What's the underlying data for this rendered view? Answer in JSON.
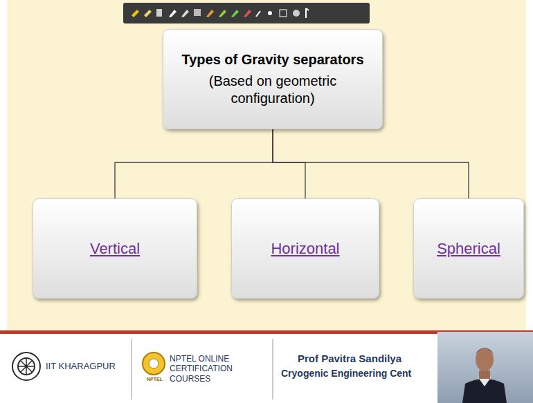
{
  "diagram": {
    "nodes": [
      {
        "text": [
          "Types of Gravity separators",
          "(Based on geometric configuration)"
        ]
      },
      {
        "text": [
          "Vertical"
        ]
      },
      {
        "text": [
          "Horizontal"
        ]
      },
      {
        "text": [
          "Spherical"
        ]
      }
    ],
    "edges": [
      {
        "from": 0,
        "to": 1,
        "arrow": "none"
      },
      {
        "from": 0,
        "to": 2,
        "arrow": "none"
      },
      {
        "from": 0,
        "to": 3,
        "arrow": "none"
      }
    ],
    "labels": [
      "IIT KHARAGPUR",
      "NPTEL ONLINE CERTIFICATION COURSES",
      "NPTEL",
      "Prof Pavitra Sandilya",
      "Cryogenic Engineering Cent"
    ]
  }
}
